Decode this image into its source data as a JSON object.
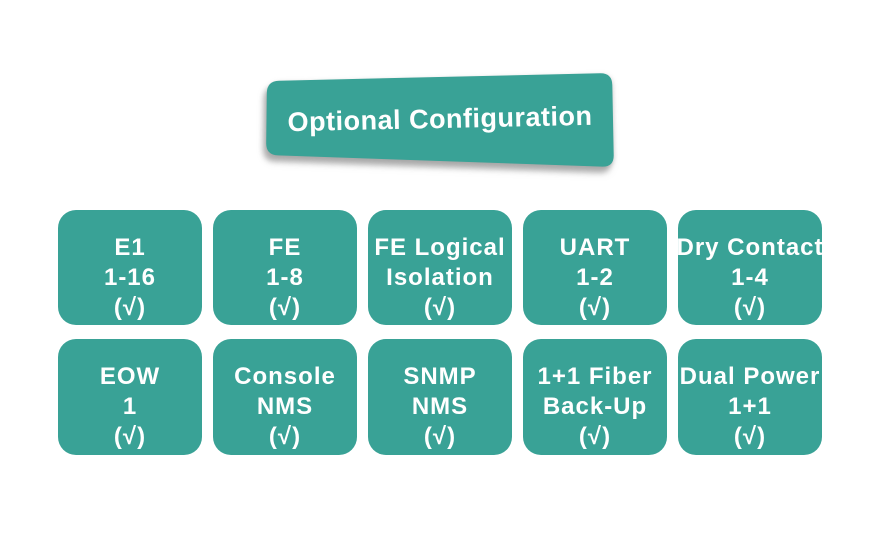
{
  "colors": {
    "teal": "#39A296",
    "text": "#FFFFFF"
  },
  "banner": {
    "label": "Optional Configuration"
  },
  "boxes": [
    {
      "id": "e1",
      "lines": [
        "E1",
        "1-16",
        "(√)"
      ]
    },
    {
      "id": "fe",
      "lines": [
        "FE",
        "1-8",
        "(√)"
      ]
    },
    {
      "id": "fe-logical-isolation",
      "lines": [
        "FE Logical",
        "Isolation",
        "(√)"
      ]
    },
    {
      "id": "uart",
      "lines": [
        "UART",
        "1-2",
        "(√)"
      ]
    },
    {
      "id": "dry-contact",
      "lines": [
        "Dry Contact",
        "1-4",
        "(√)"
      ]
    },
    {
      "id": "eow",
      "lines": [
        "EOW",
        "1",
        "(√)"
      ]
    },
    {
      "id": "console-nms",
      "lines": [
        "Console",
        "NMS",
        "(√)"
      ]
    },
    {
      "id": "snmp-nms",
      "lines": [
        "SNMP",
        "NMS",
        "(√)"
      ]
    },
    {
      "id": "fiber-backup",
      "lines": [
        "1+1 Fiber",
        "Back-Up",
        "(√)"
      ]
    },
    {
      "id": "dual-power",
      "lines": [
        "Dual Power",
        "1+1",
        "(√)"
      ]
    }
  ]
}
